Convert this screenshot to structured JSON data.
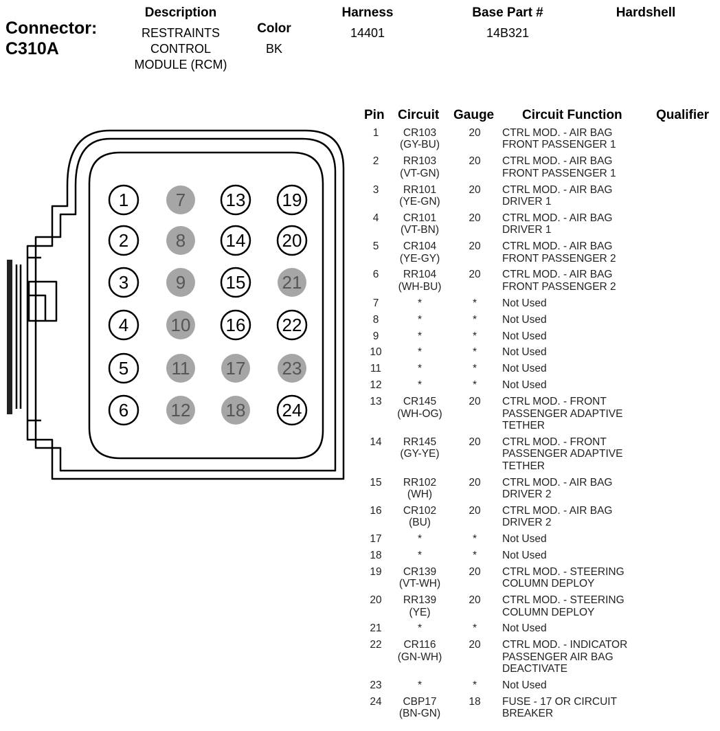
{
  "header": {
    "connector_line1": "Connector:",
    "connector_line2": "C310A",
    "description_label": "Description",
    "description_value": "RESTRAINTS\nCONTROL\nMODULE (RCM)",
    "color_label": "Color",
    "color_value": "BK",
    "harness_label": "Harness",
    "harness_value": "14401",
    "base_part_label": "Base Part #",
    "base_part_value": "14B321",
    "hardshell_label": "Hardshell"
  },
  "table": {
    "headers": {
      "pin": "Pin",
      "circuit": "Circuit",
      "gauge": "Gauge",
      "function": "Circuit Function",
      "qualifier": "Qualifier"
    },
    "rows": [
      {
        "pin": "1",
        "circuit": "CR103\n(GY-BU)",
        "gauge": "20",
        "function": "CTRL MOD. - AIR BAG\nFRONT PASSENGER 1",
        "used": true
      },
      {
        "pin": "2",
        "circuit": "RR103\n(VT-GN)",
        "gauge": "20",
        "function": "CTRL MOD. - AIR BAG\nFRONT PASSENGER 1",
        "used": true
      },
      {
        "pin": "3",
        "circuit": "RR101\n(YE-GN)",
        "gauge": "20",
        "function": "CTRL MOD. - AIR BAG\nDRIVER 1",
        "used": true
      },
      {
        "pin": "4",
        "circuit": "CR101\n(VT-BN)",
        "gauge": "20",
        "function": "CTRL MOD. - AIR BAG\nDRIVER 1",
        "used": true
      },
      {
        "pin": "5",
        "circuit": "CR104\n(YE-GY)",
        "gauge": "20",
        "function": "CTRL MOD. - AIR BAG\nFRONT PASSENGER 2",
        "used": true
      },
      {
        "pin": "6",
        "circuit": "RR104\n(WH-BU)",
        "gauge": "20",
        "function": "CTRL MOD. - AIR BAG\nFRONT PASSENGER 2",
        "used": true
      },
      {
        "pin": "7",
        "circuit": "*",
        "gauge": "*",
        "function": "Not Used",
        "used": false
      },
      {
        "pin": "8",
        "circuit": "*",
        "gauge": "*",
        "function": "Not Used",
        "used": false
      },
      {
        "pin": "9",
        "circuit": "*",
        "gauge": "*",
        "function": "Not Used",
        "used": false
      },
      {
        "pin": "10",
        "circuit": "*",
        "gauge": "*",
        "function": "Not Used",
        "used": false
      },
      {
        "pin": "11",
        "circuit": "*",
        "gauge": "*",
        "function": "Not Used",
        "used": false
      },
      {
        "pin": "12",
        "circuit": "*",
        "gauge": "*",
        "function": "Not Used",
        "used": false
      },
      {
        "pin": "13",
        "circuit": "CR145\n(WH-OG)",
        "gauge": "20",
        "function": "CTRL MOD. - FRONT\nPASSENGER ADAPTIVE\nTETHER",
        "used": true
      },
      {
        "pin": "14",
        "circuit": "RR145\n(GY-YE)",
        "gauge": "20",
        "function": "CTRL MOD. - FRONT\nPASSENGER ADAPTIVE\nTETHER",
        "used": true
      },
      {
        "pin": "15",
        "circuit": "RR102\n(WH)",
        "gauge": "20",
        "function": "CTRL MOD. - AIR BAG\nDRIVER 2",
        "used": true
      },
      {
        "pin": "16",
        "circuit": "CR102\n(BU)",
        "gauge": "20",
        "function": "CTRL MOD. - AIR BAG\nDRIVER 2",
        "used": true
      },
      {
        "pin": "17",
        "circuit": "*",
        "gauge": "*",
        "function": "Not Used",
        "used": false
      },
      {
        "pin": "18",
        "circuit": "*",
        "gauge": "*",
        "function": "Not Used",
        "used": false
      },
      {
        "pin": "19",
        "circuit": "CR139\n(VT-WH)",
        "gauge": "20",
        "function": "CTRL MOD. - STEERING\nCOLUMN DEPLOY",
        "used": true
      },
      {
        "pin": "20",
        "circuit": "RR139\n(YE)",
        "gauge": "20",
        "function": "CTRL MOD. - STEERING\nCOLUMN DEPLOY",
        "used": true
      },
      {
        "pin": "21",
        "circuit": "*",
        "gauge": "*",
        "function": "Not Used",
        "used": false
      },
      {
        "pin": "22",
        "circuit": "CR116\n(GN-WH)",
        "gauge": "20",
        "function": "CTRL MOD. - INDICATOR\nPASSENGER AIR BAG\nDEACTIVATE",
        "used": true
      },
      {
        "pin": "23",
        "circuit": "*",
        "gauge": "*",
        "function": "Not Used",
        "used": false
      },
      {
        "pin": "24",
        "circuit": "CBP17\n(BN-GN)",
        "gauge": "18",
        "function": "FUSE - 17 OR CIRCUIT\nBREAKER",
        "used": true
      }
    ]
  },
  "colors": {
    "unused_pin_fill": "#a6a6a6",
    "used_pin_fill": "#ffffff",
    "outline": "#000000"
  }
}
